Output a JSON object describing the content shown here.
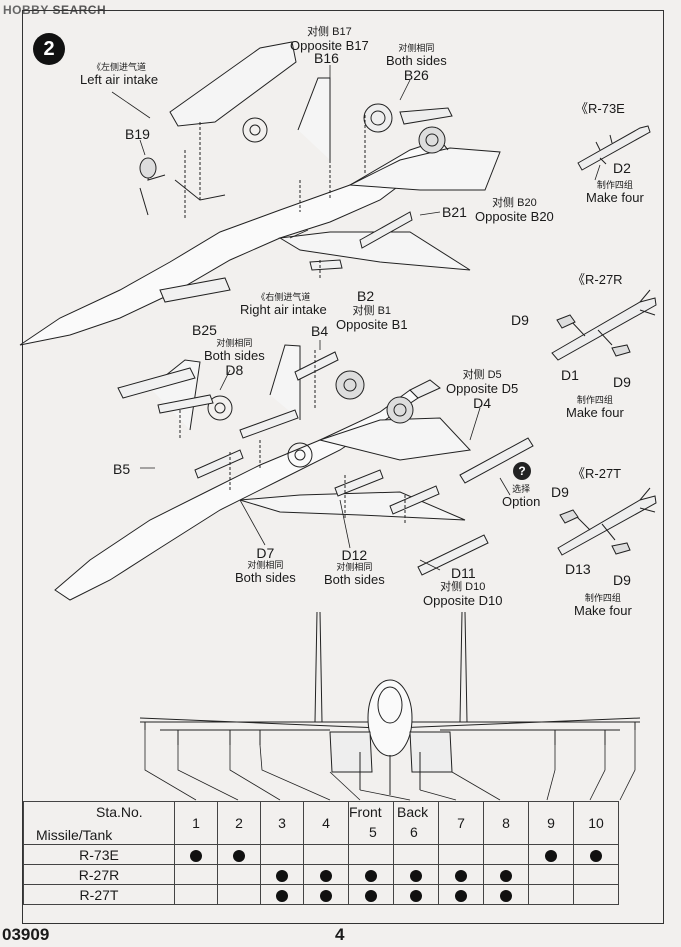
{
  "watermark": {
    "brand": "HOBBY",
    "word": "SEARCH"
  },
  "step_number": "2",
  "labels": {
    "left_intake_cn": "《左侧进气道",
    "left_intake_en": "Left air intake",
    "b17_cn": "对侧 B17",
    "b17_en": "Opposite B17",
    "b16": "B16",
    "b26_cn": "对侧相同",
    "b26_en": "Both sides",
    "b26": "B26",
    "b19": "B19",
    "b21": "B21",
    "b20_cn": "对侧 B20",
    "b20_en": "Opposite B20",
    "right_intake_cn": "《右侧进气道",
    "right_intake_en": "Right air intake",
    "b2": "B2",
    "b1_cn": "对侧 B1",
    "b1_en": "Opposite B1",
    "b25": "B25",
    "b4": "B4",
    "d8_cn": "对侧相同",
    "d8_en": "Both sides",
    "d8": "D8",
    "d5_cn": "对侧 D5",
    "d5_en": "Opposite D5",
    "d4": "D4",
    "b5": "B5",
    "option_cn": "选择",
    "option_en": "Option",
    "d7": "D7",
    "d7_cn": "对侧相同",
    "d7_en": "Both sides",
    "d12": "D12",
    "d12_cn": "对侧相同",
    "d12_en": "Both sides",
    "d11": "D11",
    "d10_cn": "对侧 D10",
    "d10_en": "Opposite D10"
  },
  "missiles": {
    "r73e": {
      "title": "《R-73E",
      "part": "D2",
      "make_cn": "制作四组",
      "make_en": "Make four"
    },
    "r27r": {
      "title": "《R-27R",
      "part_a": "D9",
      "part_b": "D1",
      "part_c": "D9",
      "make_cn": "制作四组",
      "make_en": "Make four"
    },
    "r27t": {
      "title": "《R-27T",
      "part_a": "D9",
      "part_b": "D13",
      "part_c": "D9",
      "make_cn": "制作四组",
      "make_en": "Make four"
    }
  },
  "table": {
    "corner_top": "Sta.No.",
    "corner_bottom": "Missile/Tank",
    "front_label": "Front",
    "back_label": "Back",
    "stations": [
      "1",
      "2",
      "3",
      "4",
      "5",
      "6",
      "7",
      "8",
      "9",
      "10"
    ],
    "rows": [
      {
        "name": "R-73E",
        "filled": [
          true,
          true,
          false,
          false,
          false,
          false,
          false,
          false,
          true,
          true
        ]
      },
      {
        "name": "R-27R",
        "filled": [
          false,
          false,
          true,
          true,
          true,
          true,
          true,
          true,
          false,
          false
        ]
      },
      {
        "name": "R-27T",
        "filled": [
          false,
          false,
          true,
          true,
          true,
          true,
          true,
          true,
          false,
          false
        ]
      }
    ]
  },
  "footer": {
    "code": "03909",
    "page": "4"
  }
}
